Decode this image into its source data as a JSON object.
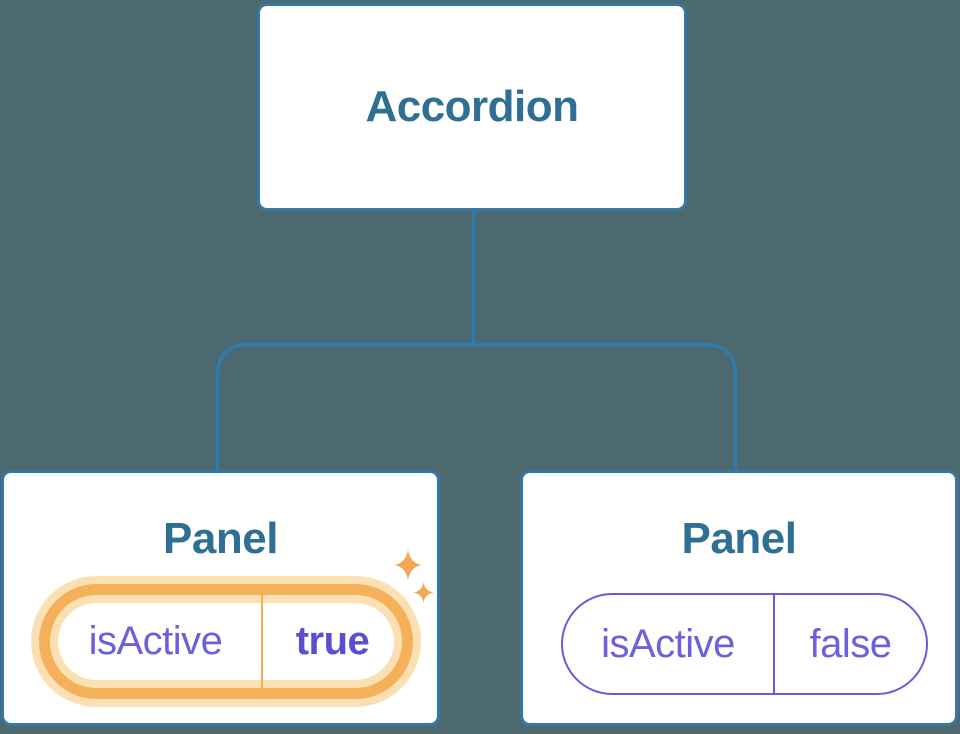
{
  "colors": {
    "background": "#4C6970",
    "node-bg": "#FFFFFF",
    "node-border": "#3577A5",
    "connector": "#2E7CAD",
    "node-text": "#2F6F93",
    "state-text": "#6C61DA",
    "state-text-bold": "#594FD0",
    "state-border": "#685CD8",
    "highlight": "#F5B159",
    "highlight-glow": "#FBE0B4",
    "sparkle": "#F2A854"
  },
  "root_node": {
    "label": "Accordion"
  },
  "panels": [
    {
      "label": "Panel",
      "state_name": "isActive",
      "state_value": "true",
      "highlighted": true
    },
    {
      "label": "Panel",
      "state_name": "isActive",
      "state_value": "false",
      "highlighted": false
    }
  ]
}
